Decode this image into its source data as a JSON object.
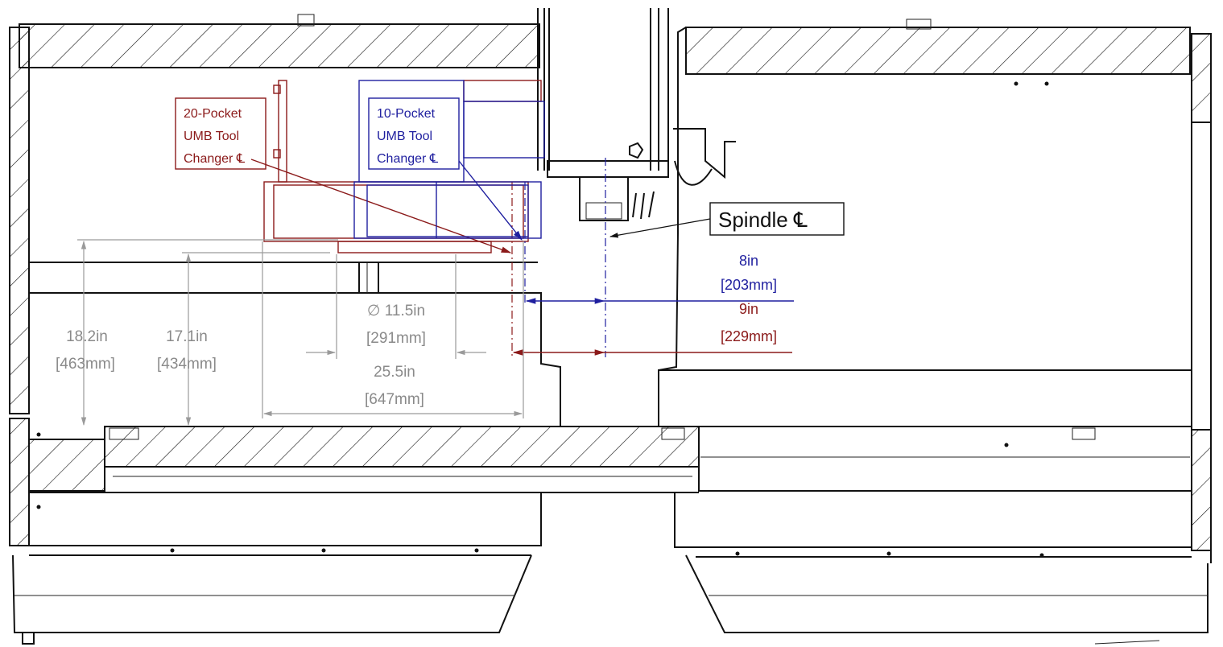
{
  "labels": {
    "tc20": {
      "line1": "20-Pocket",
      "line2": "UMB Tool",
      "line3": "Changer ℄"
    },
    "tc10": {
      "line1": "10-Pocket",
      "line2": "UMB Tool",
      "line3": "Changer ℄"
    },
    "spindle": "Spindle ℄"
  },
  "dimensions": {
    "blue_offset": {
      "imperial": "8in",
      "metric": "[203mm]"
    },
    "red_offset": {
      "imperial": "9in",
      "metric": "[229mm]"
    },
    "tool_diameter": {
      "imperial": "∅ 11.5in",
      "metric": "[291mm]"
    },
    "width": {
      "imperial": "25.5in",
      "metric": "[647mm]"
    },
    "height_a": {
      "imperial": "18.2in",
      "metric": "[463mm]"
    },
    "height_b": {
      "imperial": "17.1in",
      "metric": "[434mm]"
    }
  },
  "colors": {
    "tc20": "#8b1a1a",
    "tc10": "#1f1f9f",
    "dimension": "#9a9a9a",
    "outline": "#111111"
  }
}
